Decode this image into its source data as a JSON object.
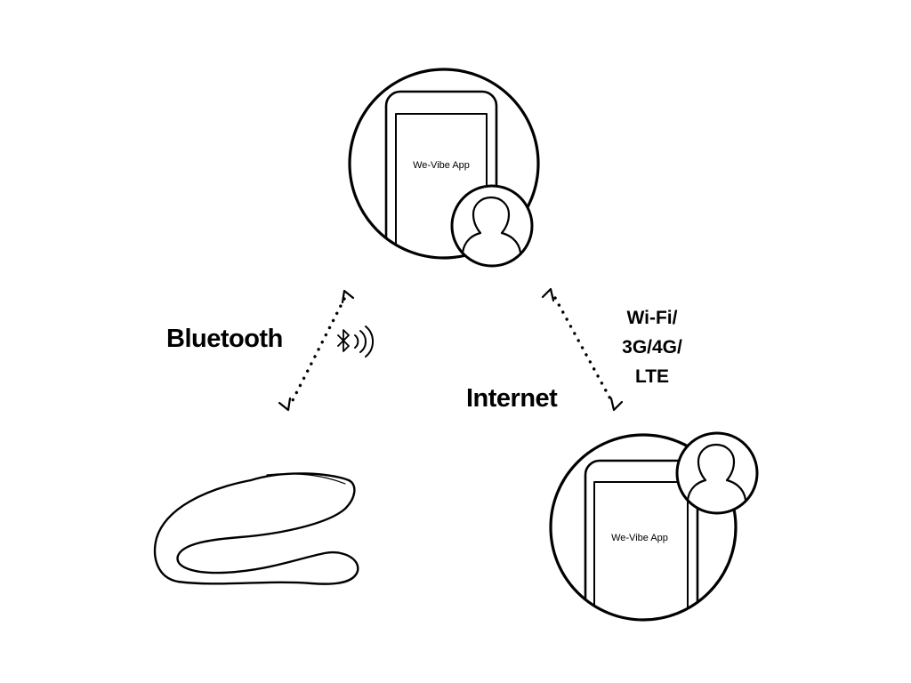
{
  "nodes": {
    "phone_top": {
      "app_label": "We-Vibe App",
      "icon": "user-avatar-icon"
    },
    "phone_bottom": {
      "app_label": "We-Vibe App",
      "icon": "user-avatar-icon"
    },
    "device": {
      "icon": "we-vibe-device-icon"
    }
  },
  "connections": {
    "bluetooth": {
      "label": "Bluetooth",
      "icon": "bluetooth-signal-icon"
    },
    "internet": {
      "label": "Internet",
      "network_lines": [
        "Wi-Fi/",
        "3G/4G/",
        "LTE"
      ]
    }
  }
}
